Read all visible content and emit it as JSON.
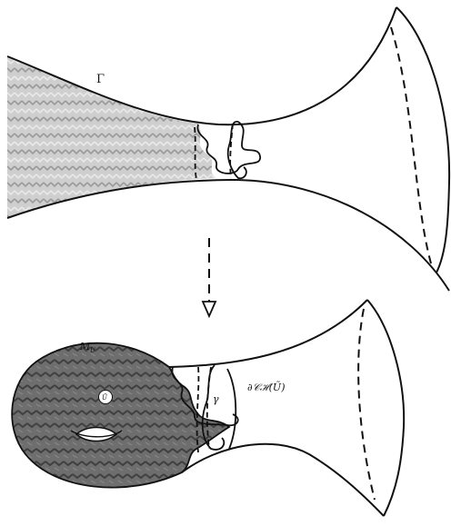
{
  "labels": {
    "gamma_upper": "Γ",
    "m": "M",
    "m_sub": "U",
    "u_tilde": "Ũ",
    "boundary": "∂𝒞ℋ(Ũ)",
    "gamma_lower": "γ"
  }
}
